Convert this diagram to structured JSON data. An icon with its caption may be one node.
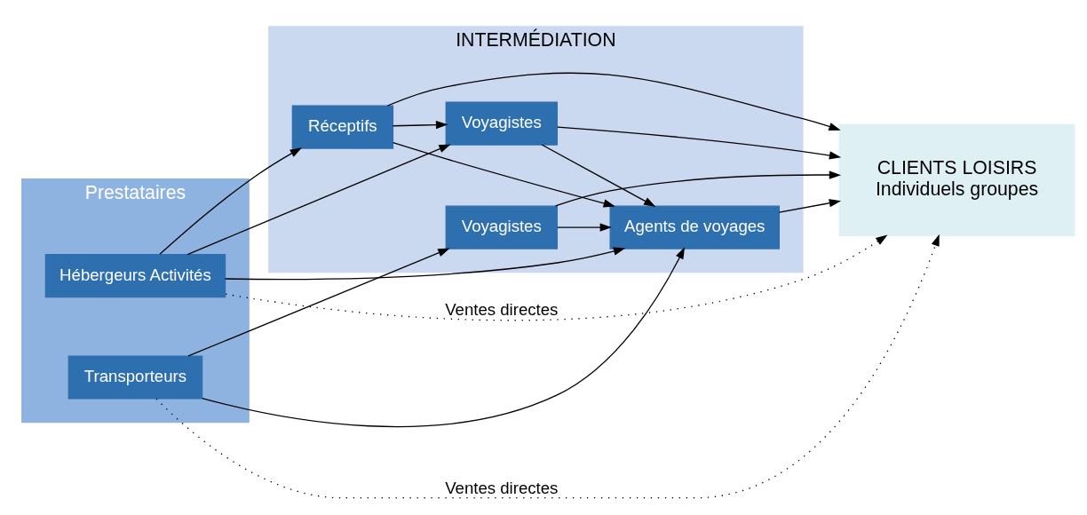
{
  "diagram": {
    "nodes": [
      {
        "text": [
          "Prestataires"
        ]
      },
      {
        "text": [
          "Transporteurs"
        ],
        "in": 0
      },
      {
        "text": [
          "Hébergeurs Activités"
        ],
        "in": 0
      },
      {
        "text": [
          "INTERMÉDIATION"
        ]
      },
      {
        "text": [
          "Voyagistes"
        ],
        "in": 3
      },
      {
        "text": [
          "Agents de voyages"
        ],
        "in": 3
      },
      {
        "text": [
          "Voyagistes"
        ],
        "in": 3
      },
      {
        "text": [
          "Réceptifs"
        ],
        "in": 3
      },
      {
        "text": [
          "CLIENTS LOISIRS",
          "Individuels groupes"
        ]
      }
    ],
    "edges": [
      {
        "from": 1,
        "to": 8,
        "arrow": "to",
        "label": "Ventes directes",
        "style": "dashed"
      },
      {
        "from": 1,
        "to": 4,
        "arrow": "to"
      },
      {
        "from": 1,
        "to": 5,
        "arrow": "to"
      },
      {
        "from": 2,
        "to": 5,
        "arrow": "to"
      },
      {
        "from": 2,
        "to": 6,
        "arrow": "to"
      },
      {
        "from": 2,
        "to": 7,
        "arrow": "to"
      },
      {
        "from": 4,
        "to": 8,
        "arrow": "to"
      },
      {
        "from": 4,
        "to": 5,
        "arrow": "to"
      },
      {
        "from": 5,
        "to": 8,
        "arrow": "to"
      },
      {
        "from": 6,
        "to": 5,
        "arrow": "to"
      },
      {
        "from": 6,
        "to": 8,
        "arrow": "to"
      },
      {
        "from": 7,
        "to": 6,
        "arrow": "to"
      },
      {
        "from": 7,
        "to": 5,
        "arrow": "to"
      },
      {
        "from": 7,
        "to": 8,
        "arrow": "to"
      },
      {
        "from": 2,
        "to": 8,
        "arrow": "to",
        "label": "Ventes directes",
        "style": "dashed"
      }
    ]
  }
}
